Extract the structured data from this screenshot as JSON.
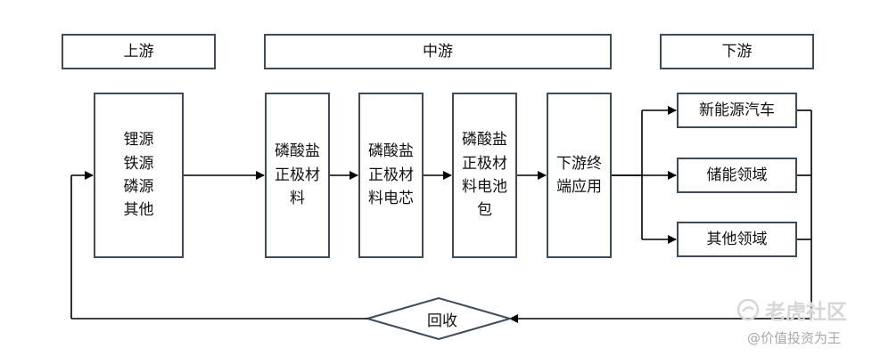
{
  "diagram": {
    "headers": {
      "upstream": "上游",
      "midstream": "中游",
      "downstream": "下游"
    },
    "nodes": {
      "raw_materials": "锂源\n铁源\n磷源\n其他",
      "cathode_material": "磷酸盐\n正极材\n料",
      "cathode_cell": "磷酸盐\n正极材\n料电芯",
      "cathode_pack": "磷酸盐\n正极材\n料电池\n包",
      "end_application": "下游终\n端应用",
      "nev": "新能源汽车",
      "energy_storage": "储能领域",
      "other_fields": "其他领域",
      "recycle": "回收"
    },
    "watermark": {
      "brand": "老虎社区",
      "author": "@价值投资为王"
    },
    "colors": {
      "box_border": "#3d4b5a",
      "line": "#000000",
      "watermark": "#d6d6d6"
    }
  }
}
